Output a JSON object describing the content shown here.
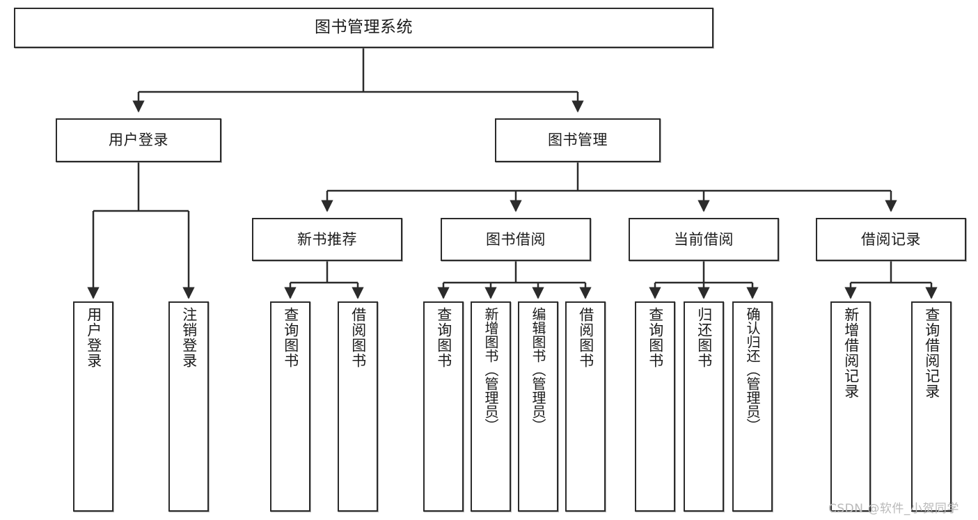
{
  "diagram": {
    "type": "tree",
    "title": "图书管理系统",
    "orientation": "top-down",
    "colors": {
      "box_border": "#2b2b2b",
      "box_fill": "#ffffff",
      "edge": "#2b2b2b",
      "text": "#1b1b1b",
      "watermark": "#b9b9b9"
    }
  },
  "root": {
    "label": "图书管理系统"
  },
  "level2": [
    {
      "label": "用户登录"
    },
    {
      "label": "图书管理"
    }
  ],
  "level3": [
    {
      "label": "新书推荐"
    },
    {
      "label": "图书借阅"
    },
    {
      "label": "当前借阅"
    },
    {
      "label": "借阅记录"
    }
  ],
  "leaves": {
    "user_login": [
      {
        "label": "用户登录"
      },
      {
        "label": "注销登录"
      }
    ],
    "new_book": [
      {
        "label": "查询图书"
      },
      {
        "label": "借阅图书"
      }
    ],
    "book_borrow": [
      {
        "label": "查询图书"
      },
      {
        "label": "新增图书（管理员）"
      },
      {
        "label": "编辑图书（管理员）"
      },
      {
        "label": "借阅图书"
      }
    ],
    "current_borrow": [
      {
        "label": "查询图书"
      },
      {
        "label": "归还图书"
      },
      {
        "label": "确认归还（管理员）"
      }
    ],
    "borrow_record": [
      {
        "label": "新增借阅记录"
      },
      {
        "label": "查询借阅记录"
      }
    ]
  },
  "watermark": {
    "text": "CSDN @软件_小贺同学"
  }
}
